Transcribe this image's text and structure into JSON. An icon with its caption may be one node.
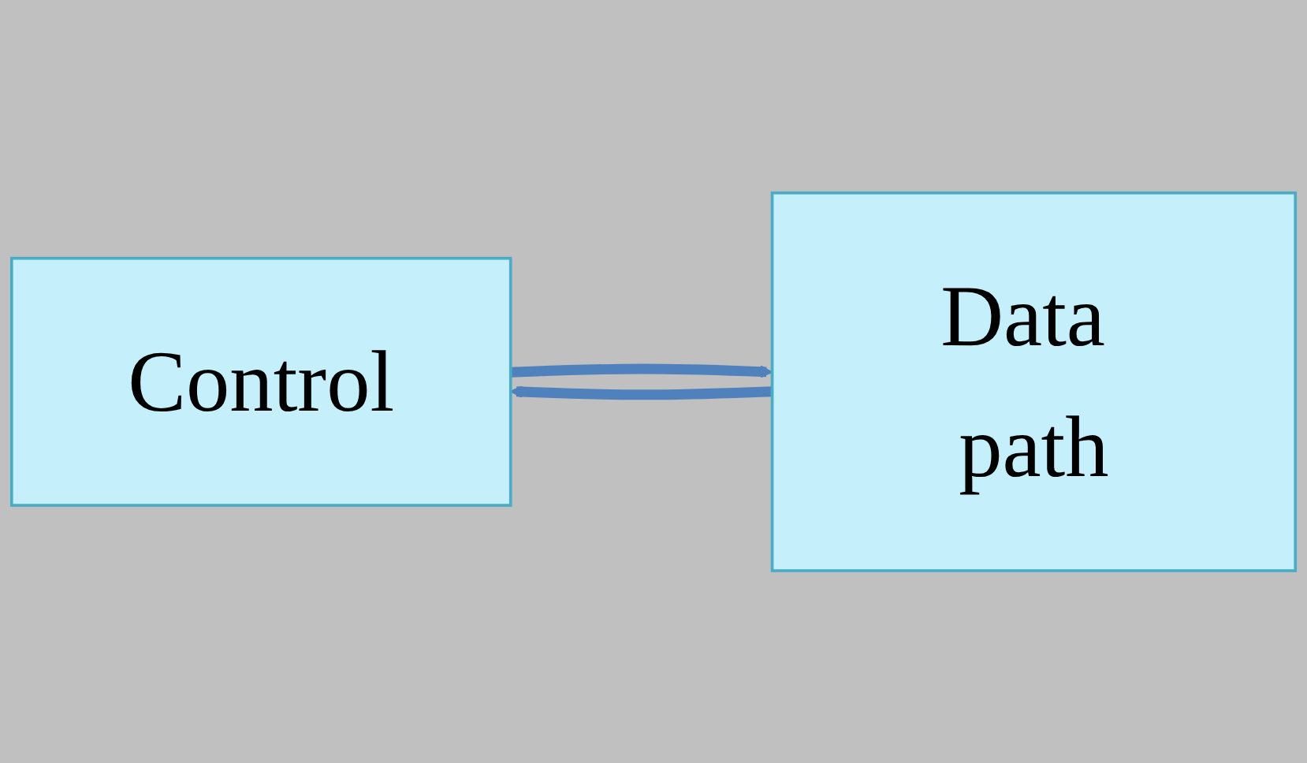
{
  "diagram": {
    "nodes": [
      {
        "text": [
          "Control"
        ]
      },
      {
        "text": [
          "Data path"
        ]
      }
    ],
    "edges": [
      {
        "from": 0,
        "to": 1,
        "arrow": "to"
      },
      {
        "from": 1,
        "to": 0,
        "arrow": "to"
      }
    ]
  }
}
